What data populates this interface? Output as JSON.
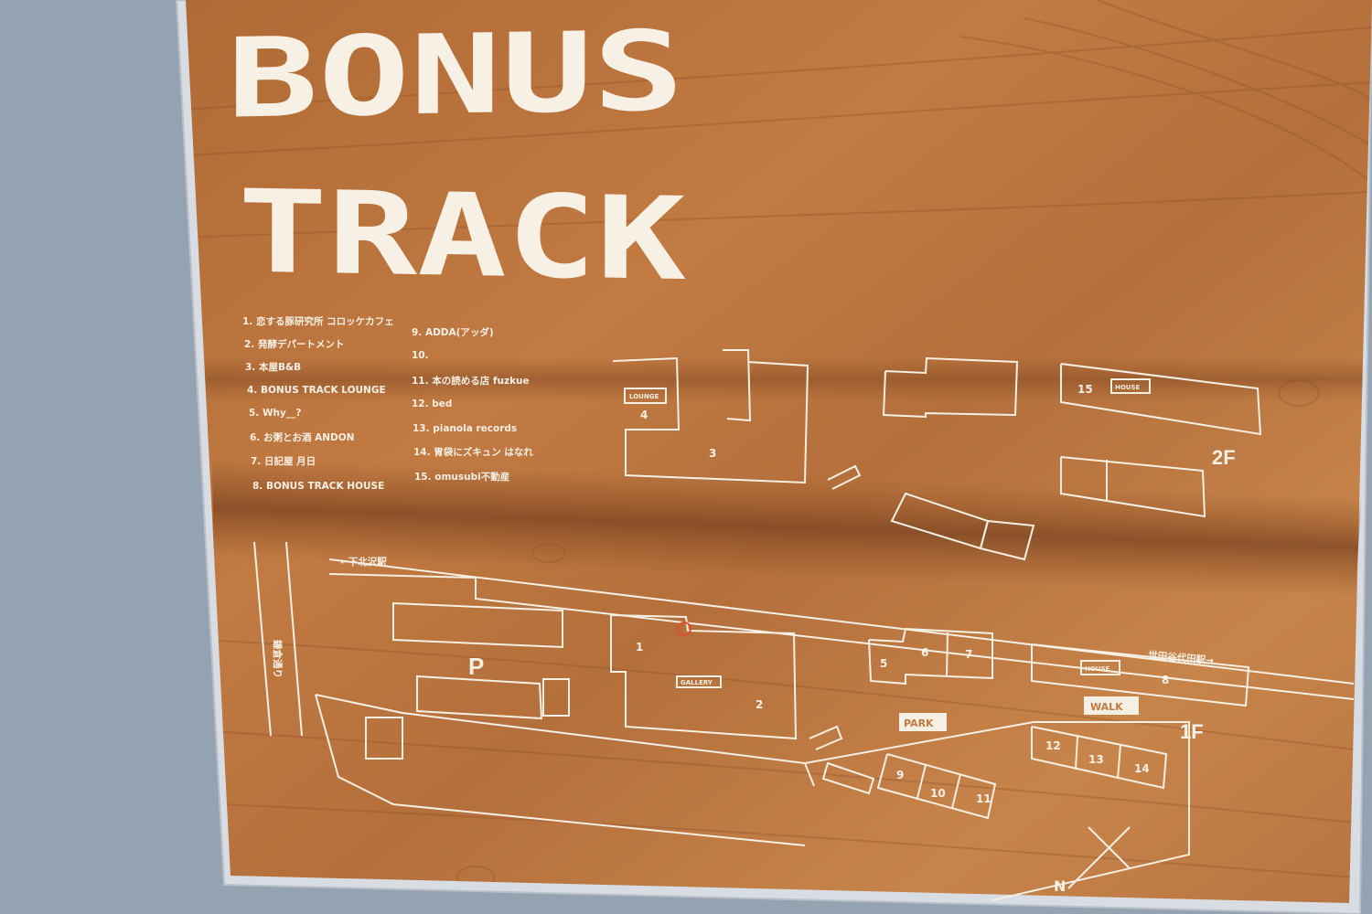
{
  "sign": {
    "title_line1": "BONUS",
    "title_line2": "TRACK",
    "legend_left": [
      "1. 恋する豚研究所 コロッケカフェ",
      "2. 発酵デパートメント",
      "3. 本屋B&B",
      "4. BONUS TRACK LOUNGE",
      "5. Why__?",
      "6. お粥とお酒  ANDON",
      "7. 日記屋  月日",
      "8. BONUS TRACK HOUSE"
    ],
    "legend_right": [
      "9. ADDA(アッダ)",
      "10.",
      "11. 本の読める店 fuzkue",
      "12. bed",
      "13. pianola records",
      "14. 胃袋にズキュン はなれ",
      "15. omusubi不動産"
    ],
    "floors": {
      "upper": "2F",
      "lower": "1F"
    },
    "map_labels": {
      "lounge": "LOUNGE",
      "house": "HOUSE",
      "gallery": "GALLERY",
      "park": "PARK",
      "walk": "WALK",
      "parking": "P",
      "station_left": "←下北沢駅",
      "station_right": "世田谷代田駅→",
      "street": "鎌倉通り",
      "north": "N"
    },
    "unit_numbers": {
      "u1": "1",
      "u2": "2",
      "u3": "3",
      "u4": "4",
      "u5": "5",
      "u6": "6",
      "u7": "7",
      "u8": "8",
      "u9": "9",
      "u10": "10",
      "u11": "11",
      "u12": "12",
      "u13": "13",
      "u14": "14",
      "u15": "15"
    }
  }
}
